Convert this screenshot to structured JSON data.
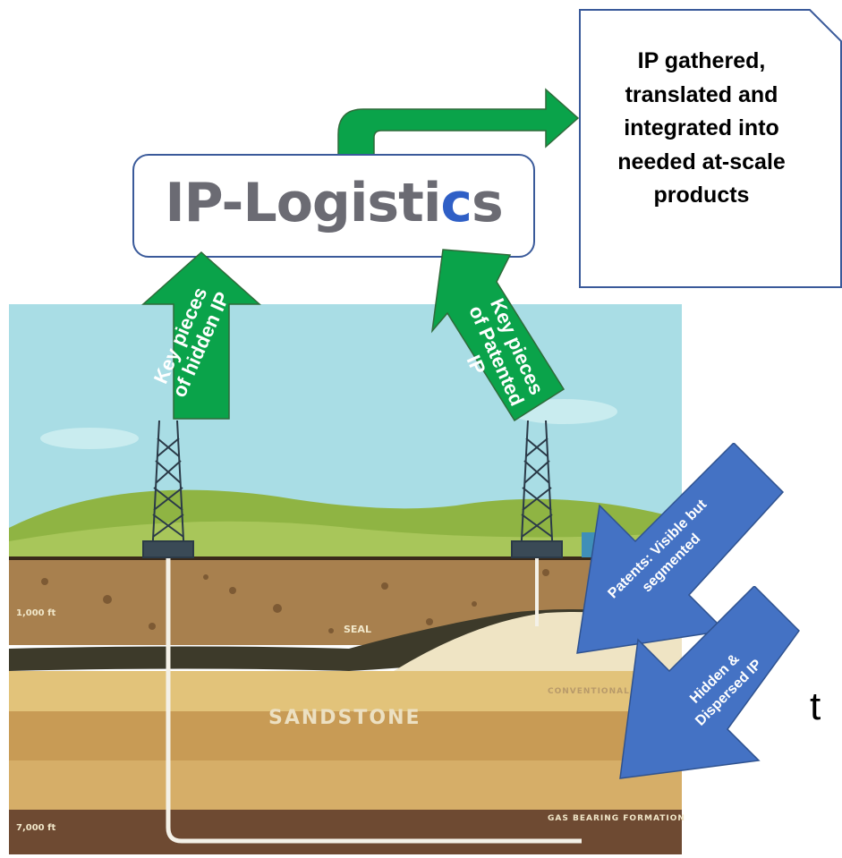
{
  "callout": {
    "text": "IP gathered, translated and integrated into needed at-scale products"
  },
  "logo": {
    "main": "IP-Logisti",
    "accent": "c",
    "tail": "s"
  },
  "arrows": {
    "hidden_ip": "Key pieces of hidden IP",
    "patented_ip": "Key pieces of Patented IP",
    "patents_visible": "Patents: Visible but segmented",
    "hidden_dispersed": "Hidden & Dispersed IP"
  },
  "scene_labels": {
    "sandstone": "SANDSTONE",
    "seal": "SEAL",
    "depth_top": "1,000 ft",
    "depth_bottom": "7,000 ft",
    "conventional": "CONVENTIONAL",
    "gas_formation": "GAS BEARING FORMATION"
  },
  "partial_text": "t",
  "colors": {
    "green_arrow": "#0aa34a",
    "blue_arrow": "#4472c4",
    "logo_accent": "#2f5fc6"
  }
}
